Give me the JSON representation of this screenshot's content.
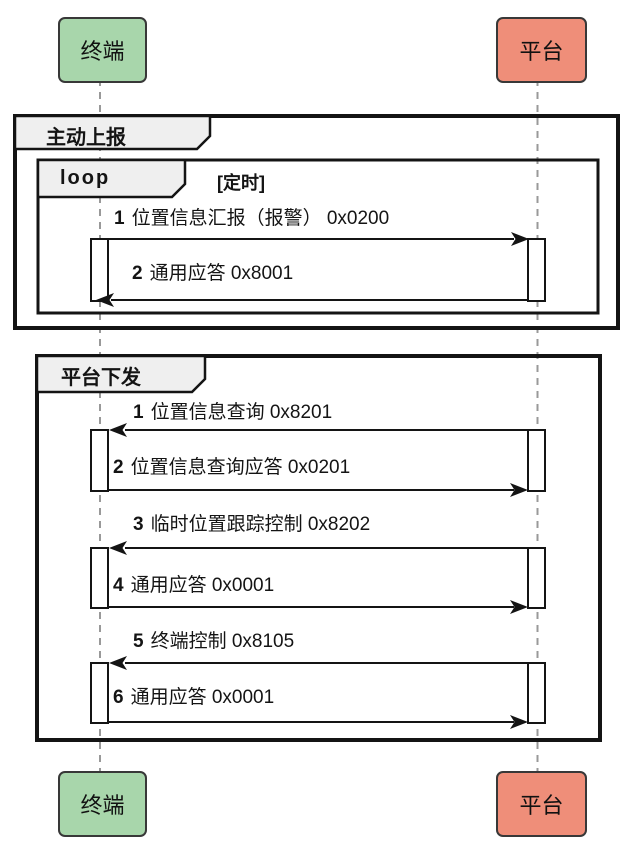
{
  "diagram": {
    "type": "sequence-diagram",
    "actors": [
      {
        "id": "terminal",
        "label": "终端",
        "fill": "#a8d6ab"
      },
      {
        "id": "platform",
        "label": "平台",
        "fill": "#ef8e79"
      }
    ],
    "frames": [
      {
        "title": "主动上报",
        "loop": {
          "operator": "loop",
          "guard": "[定时]"
        },
        "messages": [
          {
            "num": "1",
            "text": "位置信息汇报（报警） 0x0200",
            "from": "终端",
            "to": "平台",
            "direction": "right"
          },
          {
            "num": "2",
            "text": "通用应答 0x8001",
            "from": "平台",
            "to": "终端",
            "direction": "left"
          }
        ]
      },
      {
        "title": "平台下发",
        "messages": [
          {
            "num": "1",
            "text": "位置信息查询 0x8201",
            "from": "平台",
            "to": "终端",
            "direction": "left"
          },
          {
            "num": "2",
            "text": "位置信息查询应答 0x0201",
            "from": "终端",
            "to": "平台",
            "direction": "right"
          },
          {
            "num": "3",
            "text": "临时位置跟踪控制 0x8202",
            "from": "平台",
            "to": "终端",
            "direction": "left"
          },
          {
            "num": "4",
            "text": "通用应答 0x0001",
            "from": "终端",
            "to": "平台",
            "direction": "right"
          },
          {
            "num": "5",
            "text": "终端控制 0x8105",
            "from": "平台",
            "to": "终端",
            "direction": "left"
          },
          {
            "num": "6",
            "text": "通用应答 0x0001",
            "from": "终端",
            "to": "平台",
            "direction": "right"
          }
        ]
      }
    ],
    "colors": {
      "terminal_fill": "#a8d6ab",
      "platform_fill": "#ef8e79",
      "actor_border": "#383838",
      "frame_border": "#141414",
      "label_tab_fill": "#efefef",
      "lifeline": "#999999",
      "activation_fill": "#ffffff",
      "text": "#141414"
    }
  }
}
